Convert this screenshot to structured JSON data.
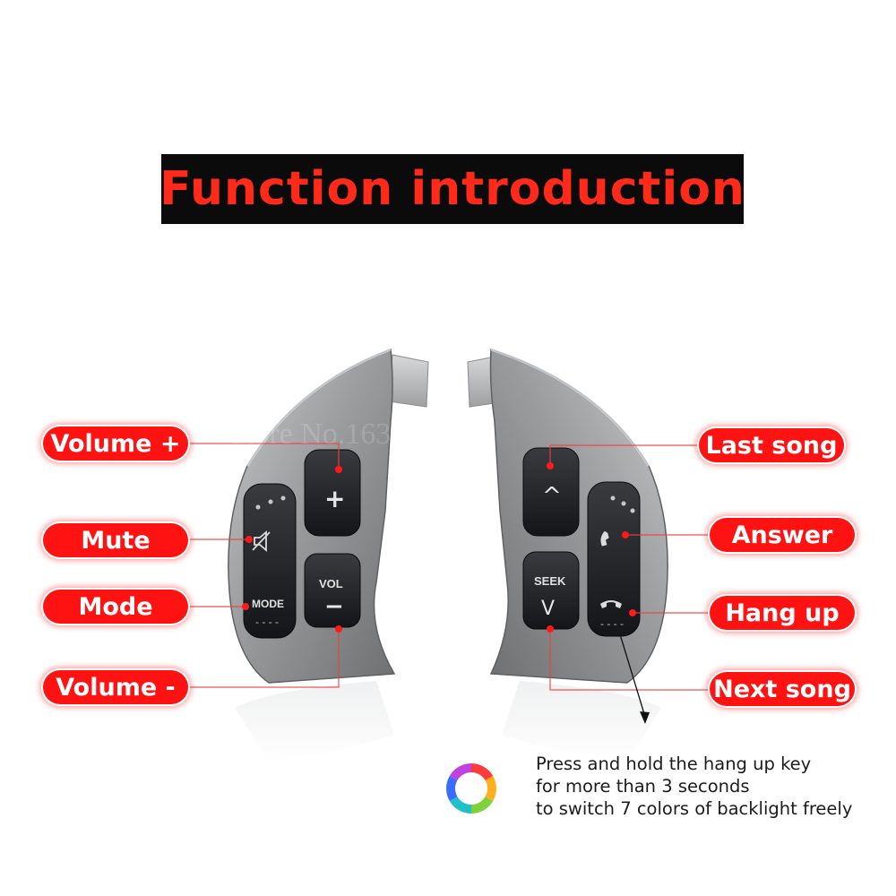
{
  "title": "Function introduction",
  "labels": {
    "volume_plus": "Volume +",
    "mute": "Mute",
    "mode": "Mode",
    "volume_minus": "Volume -",
    "last_song": "Last song",
    "answer": "Answer",
    "hang_up": "Hang up",
    "next_song": "Next song"
  },
  "buttons": {
    "plus": "+",
    "vol": "VOL",
    "minus": "−",
    "mode": "MODE",
    "seek": "SEEK",
    "up": "^",
    "down": "V"
  },
  "note": {
    "line1": "Press and hold the hang up key",
    "line2": "for more than 3 seconds",
    "line3": "to switch 7 colors of backlight freely"
  },
  "watermark": "Store No.1630398",
  "colors": {
    "label_red": "#ff1212",
    "title_red": "#ff2a1a",
    "title_bg": "#0b0b0b",
    "housing_silver": "#9a9a9c",
    "button_black": "#1e1f22"
  }
}
